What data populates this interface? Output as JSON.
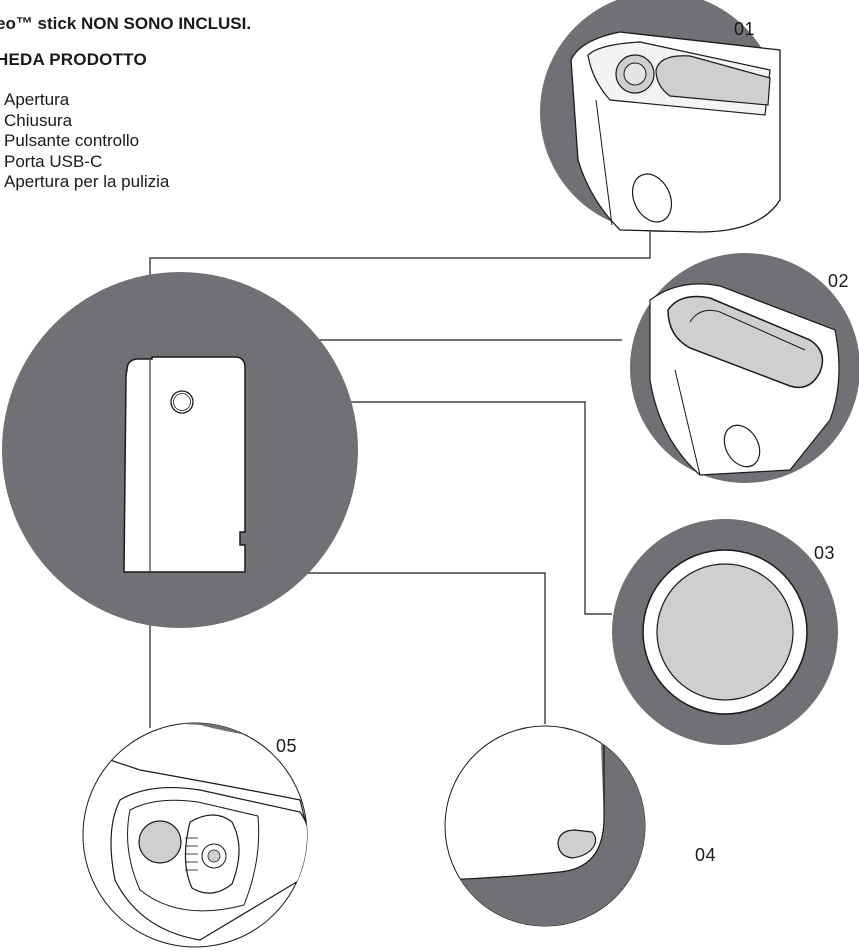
{
  "texts": {
    "note": "eo™ stick NON SONO INCLUSI.",
    "heading": "HEDA PRODOTTO"
  },
  "parts": [
    {
      "label": "Apertura"
    },
    {
      "label": "Chiusura"
    },
    {
      "label": "Pulsante controllo"
    },
    {
      "label": "Porta USB-C"
    },
    {
      "label": "Apertura per la pulizia"
    }
  ],
  "callouts": {
    "c01": "01",
    "c02": "02",
    "c03": "03",
    "c04": "04",
    "c05": "05"
  },
  "colors": {
    "disc": "#717175",
    "stroke": "#1a1a1a",
    "panel": "#ffffff",
    "light_gray": "#cfcfd1"
  }
}
